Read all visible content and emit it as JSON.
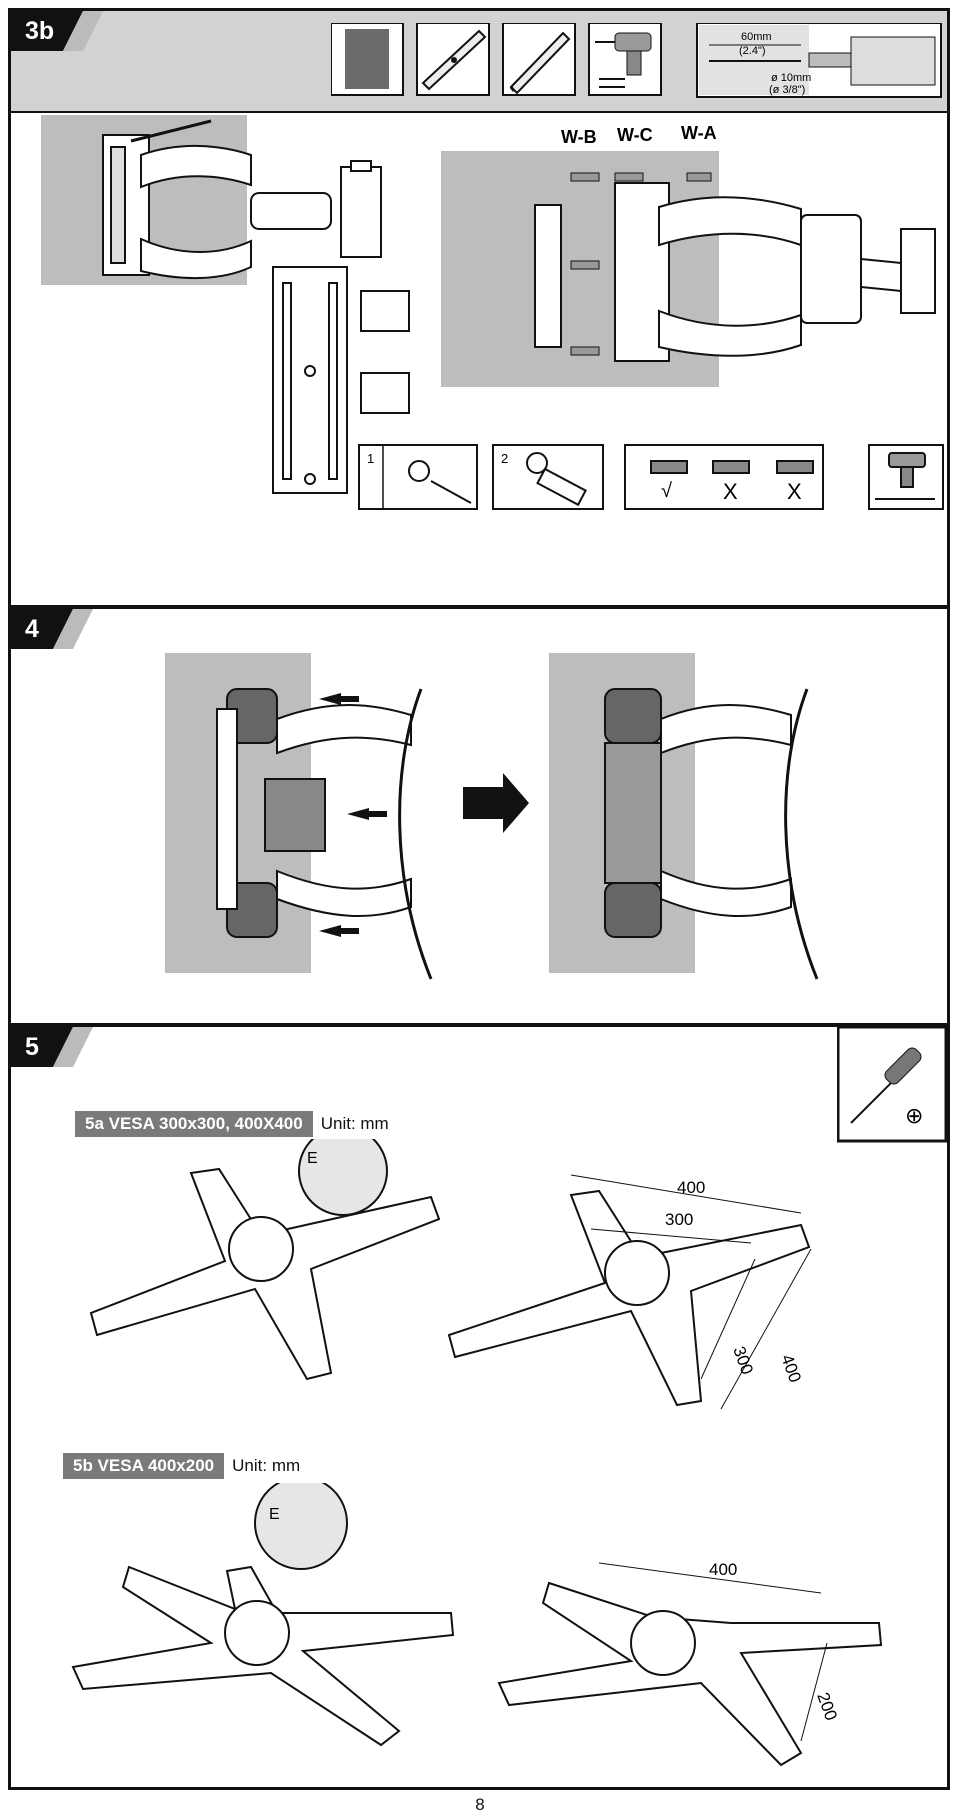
{
  "step3b": {
    "tag": "3b",
    "drill_depth": "60mm",
    "drill_depth_in": "(2.4\")",
    "drill_diameter": "ø 10mm",
    "drill_diameter_in": "(ø 3/8\")",
    "anchor_labels": [
      "W-B",
      "W-C",
      "W-A"
    ],
    "level_marks": [
      "√",
      "X",
      "X"
    ],
    "detail_numbers": [
      "1",
      "2"
    ]
  },
  "step4": {
    "tag": "4"
  },
  "step5": {
    "tag": "5",
    "label_5a": "5a VESA 300x300, 400X400",
    "label_5b": "5b VESA 400x200",
    "unit": "Unit: mm",
    "callout": "E",
    "dims_5a": [
      "400",
      "300",
      "300",
      "400"
    ],
    "dims_5b": [
      "400",
      "200"
    ],
    "tool_icon": "phillips-screwdriver-icon",
    "tool_mark": "⊕"
  },
  "page_number": "8",
  "icons": [
    "wall-texture-icon",
    "level-icon",
    "pencil-icon",
    "drill-icon",
    "drill-depth-icon"
  ],
  "colors": {
    "wall": "#bdbdbd",
    "header_bar": "#d2d2d2",
    "tag_bg": "#111111",
    "label_bg": "#7a7a7a"
  }
}
